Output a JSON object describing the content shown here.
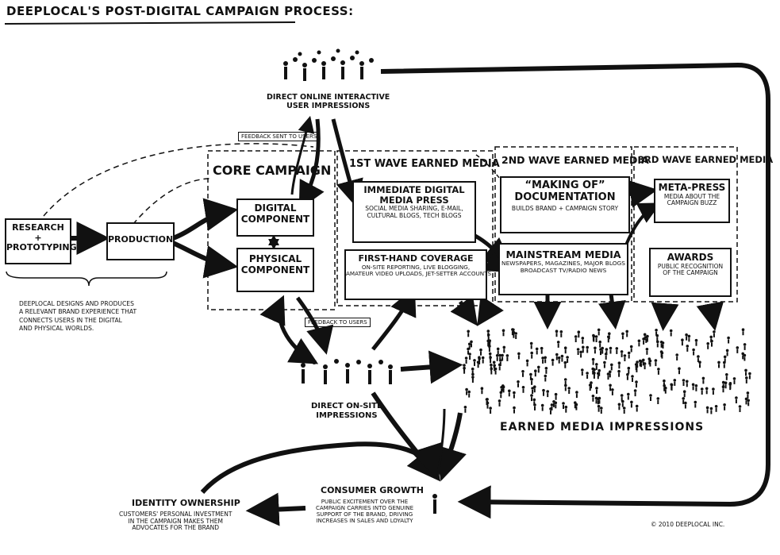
{
  "title": "Deeplocal's post-digital campaign process:",
  "nodes": {
    "research": "Research\n+\nPrototyping",
    "production": "Production",
    "core_campaign": "Core Campaign",
    "digital_component": "Digital\nComponent",
    "physical_component": "Physical\nComponent",
    "wave1_title": "1st Wave Earned Media",
    "immediate_press_title": "Immediate Digital\nMedia Press",
    "immediate_press_desc": "Social media sharing, e-mail,\ncultural blogs, tech blogs",
    "firsthand_title": "First-hand Coverage",
    "firsthand_desc": "On-site reporting, live blogging,\namateur video uploads, jet-setter accounts",
    "wave2_title": "2nd Wave Earned Media",
    "making_of_title": "“Making of”\nDocumentation",
    "making_of_desc": "Builds brand + campaign story",
    "mainstream_title": "Mainstream Media",
    "mainstream_desc": "Newspapers, magazines, major blogs\nbroadcast TV/radio news",
    "wave3_title": "3rd Wave Earned Media",
    "meta_press_title": "Meta-Press",
    "meta_press_desc": "Media about the\ncampaign buzz",
    "awards_title": "Awards",
    "awards_desc": "Public recognition\nof the campaign"
  },
  "labels": {
    "online_impressions": "Direct online interactive\nuser impressions",
    "feedback_users_top": "Feedback sent to users",
    "feedback_users_bottom": "Feedback to users",
    "onsite_impressions": "Direct on-site\nimpressions",
    "earned_impressions": "Earned media impressions",
    "consumer_growth_title": "Consumer Growth",
    "consumer_growth_desc": "Public excitement over the\ncampaign carries into genuine\nsupport of the brand, driving\nincreases in sales and loyalty",
    "identity_title": "Identity Ownership",
    "identity_desc": "Customers' personal investment\nin the campaign makes them\nadvocates for the brand",
    "deeplocal_note": "Deeplocal designs and produces\na relevant brand experience that\nconnects users in the digital\nand physical worlds.",
    "copyright": "© 2010 Deeplocal Inc."
  },
  "colors": {
    "ink": "#111111",
    "background": "#ffffff"
  }
}
